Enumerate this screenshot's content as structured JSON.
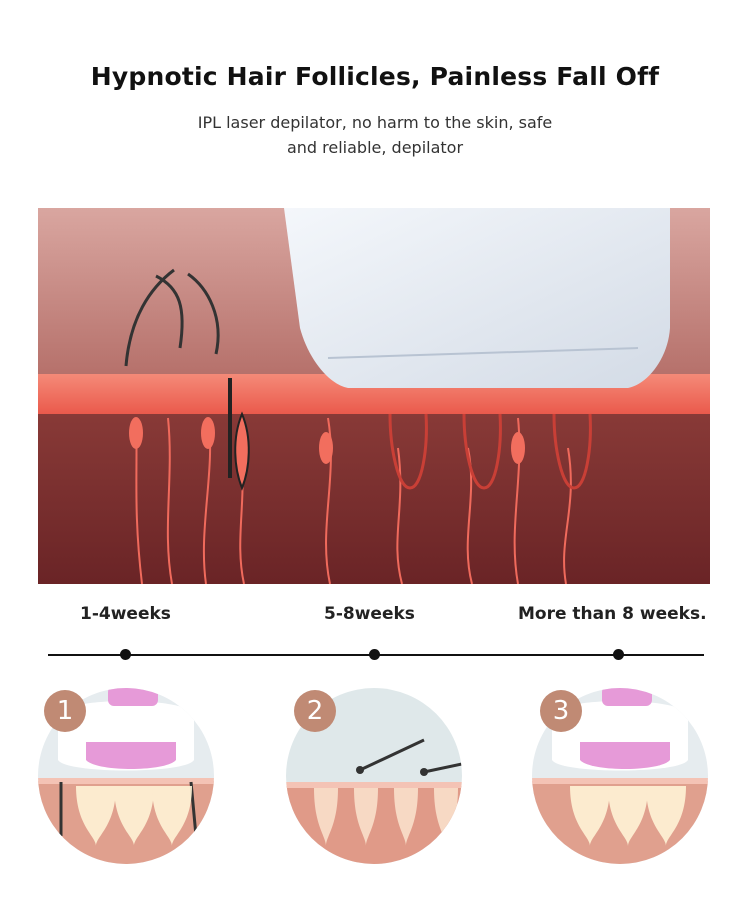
{
  "header": {
    "title": "Hypnotic Hair Follicles, Painless Fall Off",
    "subtitle_line1": "IPL laser depilator, no harm to the skin, safe",
    "subtitle_line2": "and reliable, depilator"
  },
  "timeline": {
    "stages": [
      {
        "label": "1-4weeks",
        "number": "1"
      },
      {
        "label": "5-8weeks",
        "number": "2"
      },
      {
        "label": "More than 8 weeks.",
        "number": "3"
      }
    ]
  },
  "colors": {
    "skin_band": "#f0685a",
    "badge": "#c08a74",
    "device_pink": "#e69ad8"
  }
}
